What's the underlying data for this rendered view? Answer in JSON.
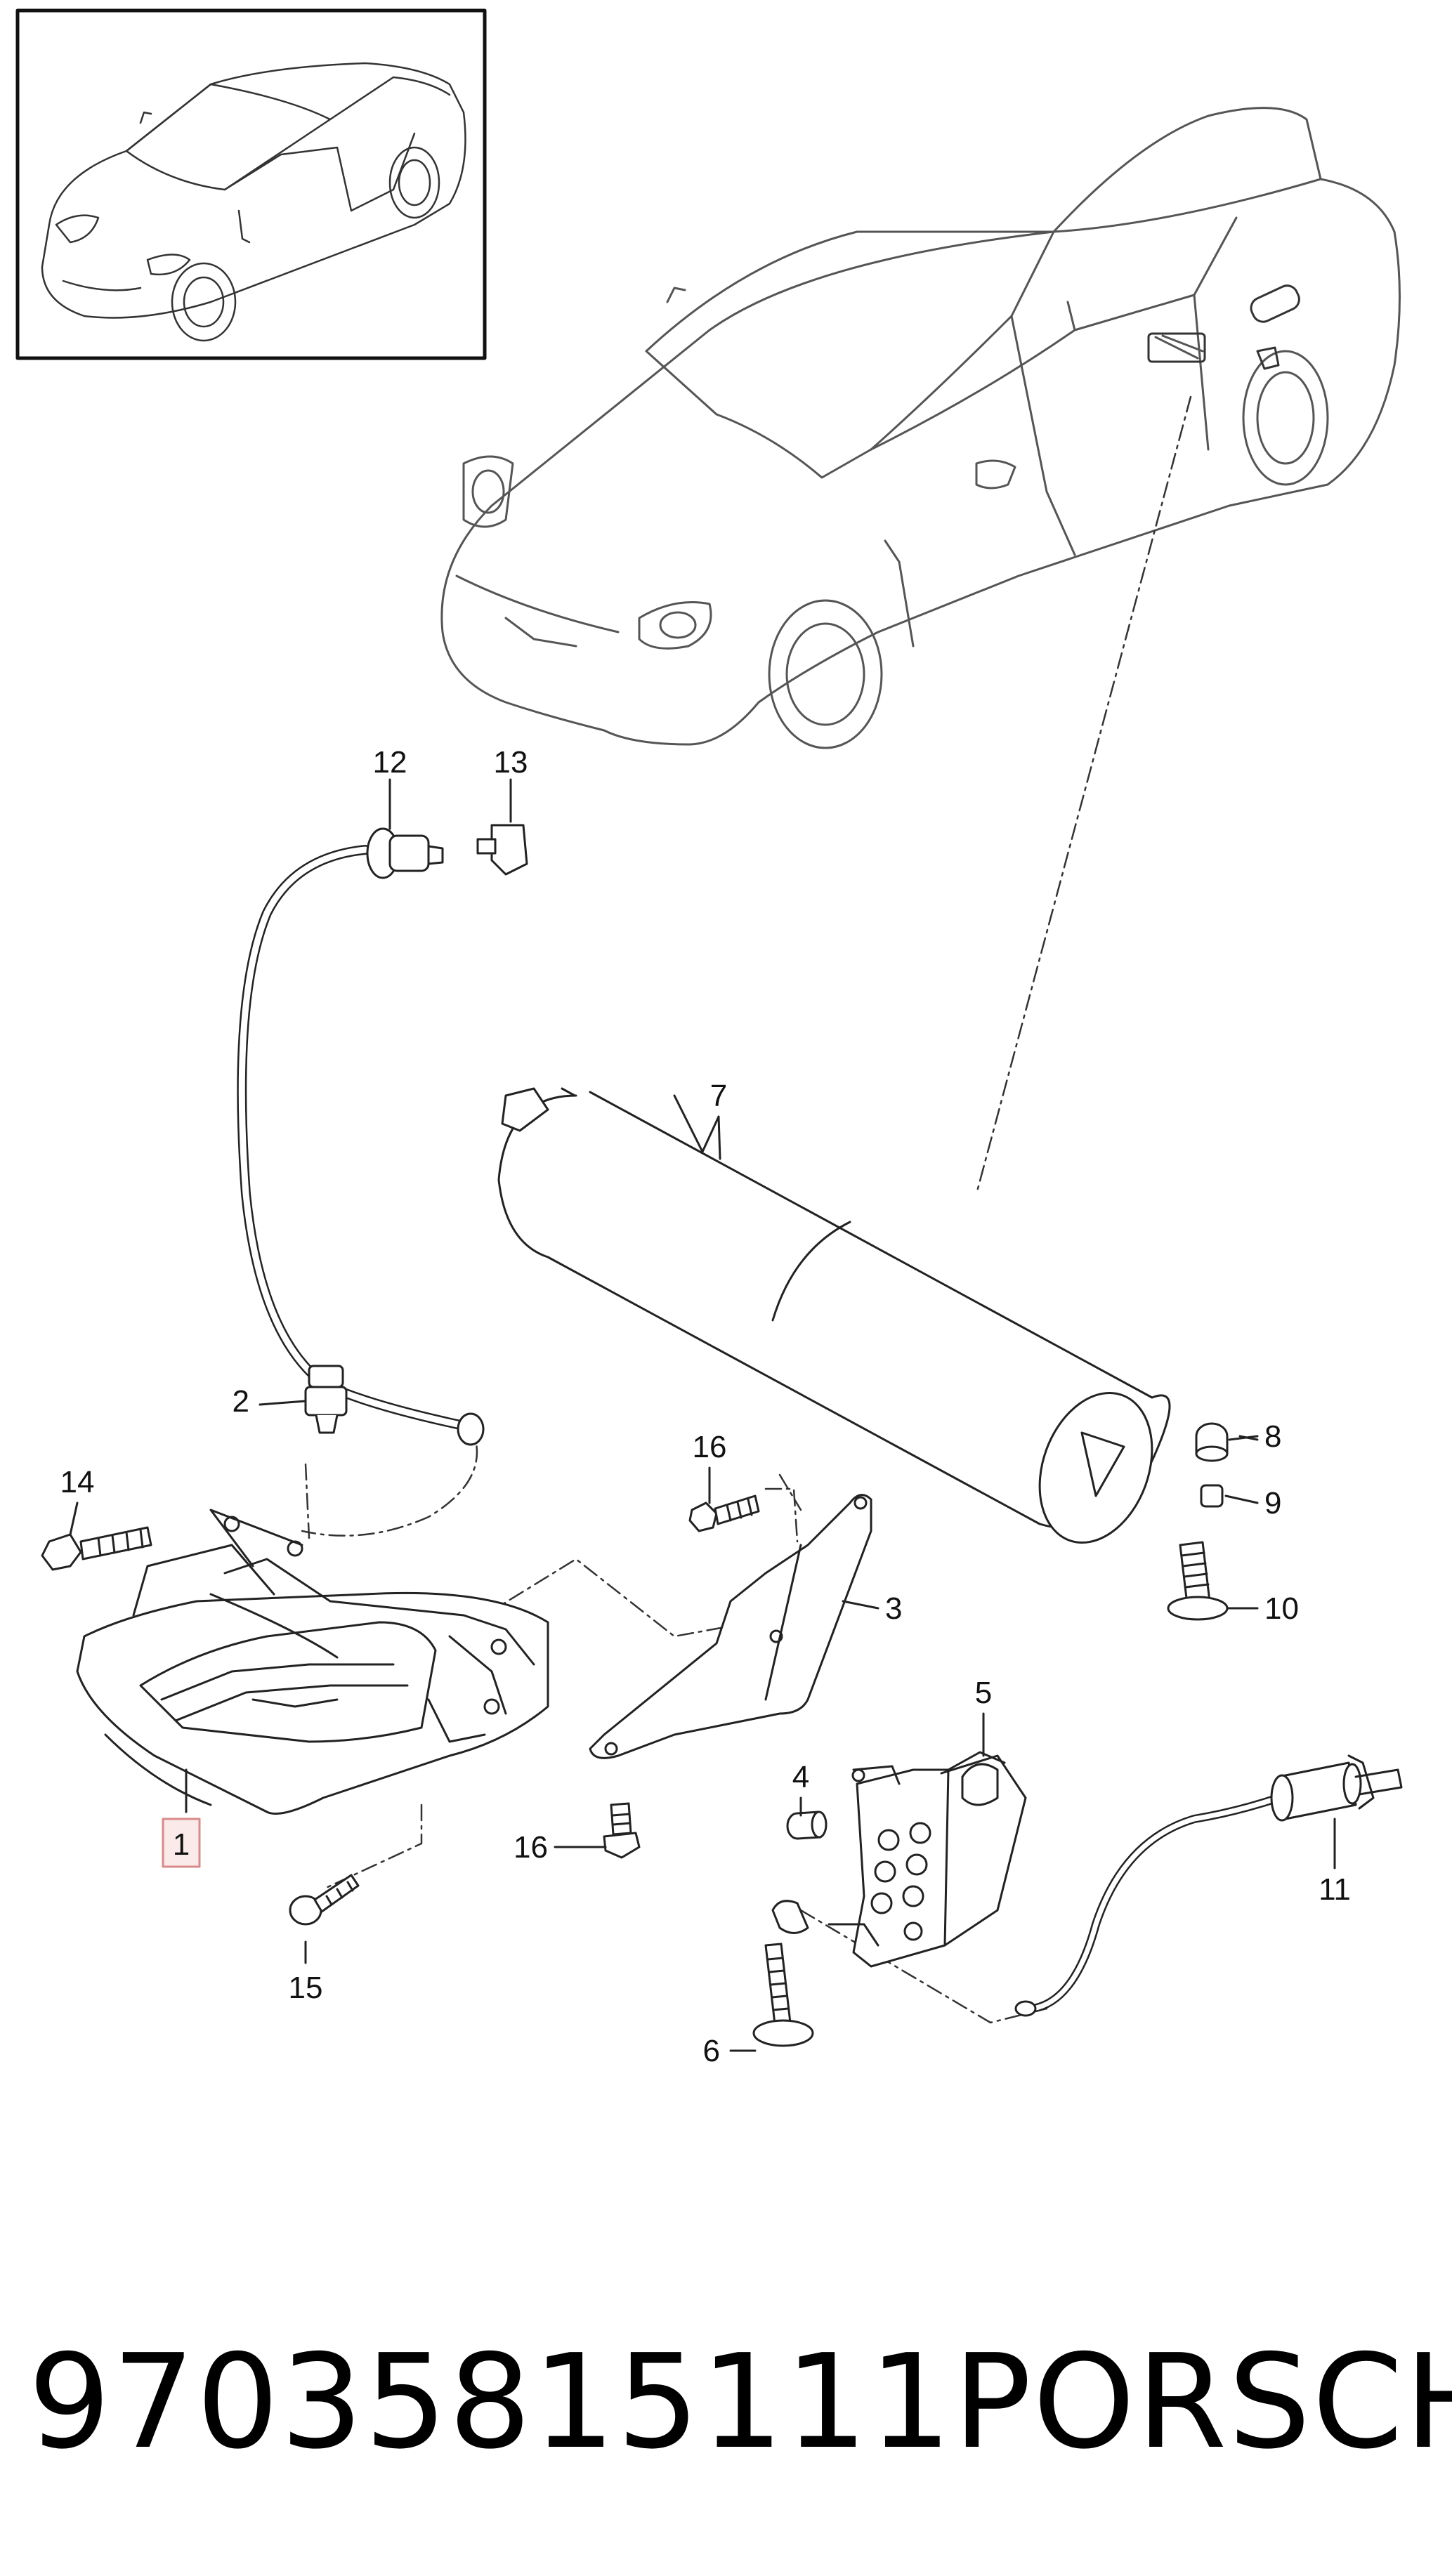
{
  "callouts": {
    "c1": "1",
    "c2": "2",
    "c3": "3",
    "c4": "4",
    "c5": "5",
    "c6": "6",
    "c7": "7",
    "c8": "8",
    "c9": "9",
    "c10": "10",
    "c11": "11",
    "c12": "12",
    "c13": "13",
    "c14": "14",
    "c15": "15",
    "c16a": "16",
    "c16b": "16"
  },
  "footer": {
    "part_number": "97035815111",
    "brand": "PORSCHE"
  },
  "colors": {
    "line": "#222222",
    "highlight_box": "#d98a8a",
    "highlight_fill": "#fbeaea",
    "background": "#ffffff"
  }
}
